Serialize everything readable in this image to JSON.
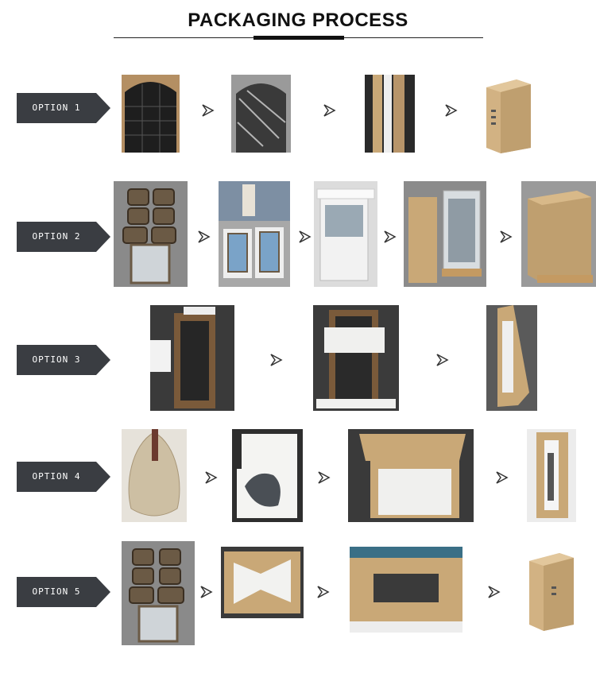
{
  "header": {
    "title": "PACKAGING PROCESS"
  },
  "options": [
    {
      "label": "OPTION 1"
    },
    {
      "label": "OPTION 2"
    },
    {
      "label": "OPTION 3"
    },
    {
      "label": "OPTION 4"
    },
    {
      "label": "OPTION 5"
    }
  ],
  "colors": {
    "badge": "#3a3d42",
    "cardboard": "#c9a877",
    "foam": "#f0f0ee",
    "mirror_dark": "#2b2b2b"
  }
}
